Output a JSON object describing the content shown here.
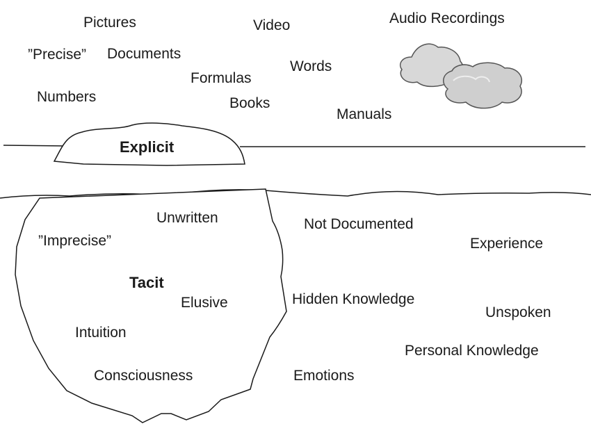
{
  "colors": {
    "line": "#1a1a1a",
    "text": "#1a1a1a",
    "cloud_fill": "#d8d8d8",
    "cloud_stroke": "#555555"
  },
  "icons": {
    "cloud": "cloud-icon"
  },
  "explicit": {
    "title": "Explicit",
    "words": {
      "pictures": "Pictures",
      "video": "Video",
      "audio_recordings": "Audio Recordings",
      "precise": "”Precise”",
      "documents": "Documents",
      "words": "Words",
      "formulas": "Formulas",
      "numbers": "Numbers",
      "books": "Books",
      "manuals": "Manuals"
    }
  },
  "tacit": {
    "title": "Tacit",
    "words": {
      "unwritten": "Unwritten",
      "imprecise": "”Imprecise”",
      "elusive": "Elusive",
      "intuition": "Intuition",
      "consciousness": "Consciousness",
      "not_documented": "Not Documented",
      "experience": "Experience",
      "hidden_knowledge": "Hidden Knowledge",
      "unspoken": "Unspoken",
      "personal_knowledge": "Personal Knowledge",
      "emotions": "Emotions"
    }
  }
}
